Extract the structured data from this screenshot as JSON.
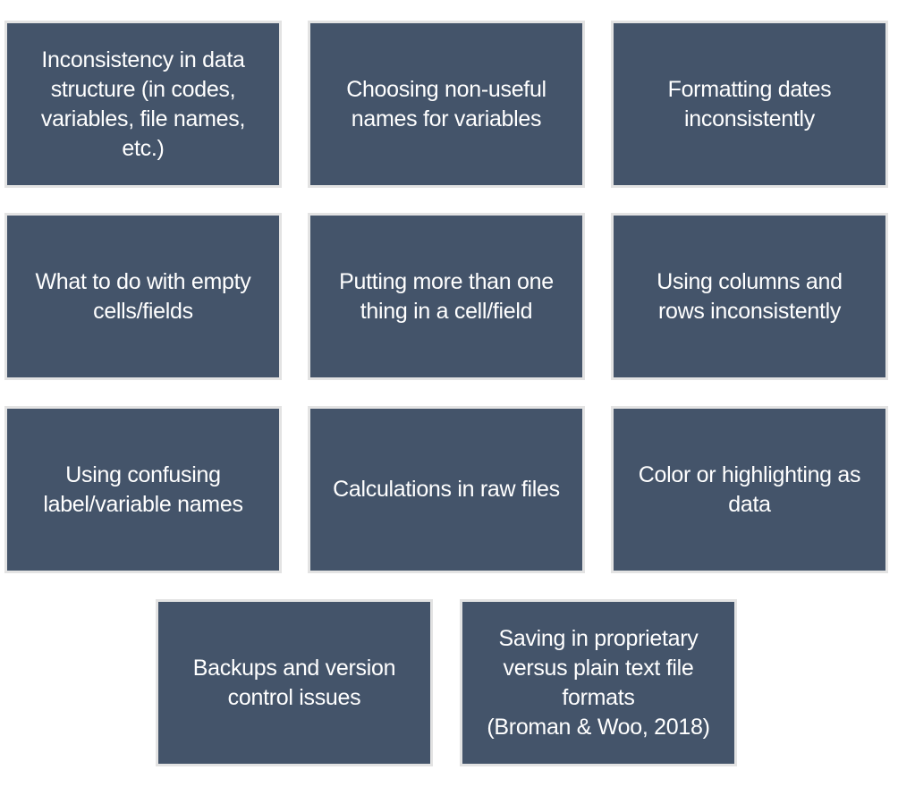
{
  "colors": {
    "box_fill": "#44546A",
    "box_border": "#E3E3E3",
    "text": "#FFFFFF",
    "background": "#FFFFFF"
  },
  "boxes": [
    {
      "label": "Inconsistency in data\nstructure (in codes,\nvariables, file names,\netc.)"
    },
    {
      "label": "Choosing non-useful\nnames for variables"
    },
    {
      "label": "Formatting dates\ninconsistently"
    },
    {
      "label": "What to do with empty\ncells/fields"
    },
    {
      "label": "Putting more than one\nthing in a cell/field"
    },
    {
      "label": "Using columns and\nrows inconsistently"
    },
    {
      "label": "Using confusing\nlabel/variable names"
    },
    {
      "label": "Calculations in raw files"
    },
    {
      "label": "Color or highlighting as\ndata"
    },
    {
      "label": "Backups and version\ncontrol issues"
    },
    {
      "label": "Saving in proprietary\nversus plain text file\nformats\n(Broman & Woo, 2018)"
    }
  ]
}
